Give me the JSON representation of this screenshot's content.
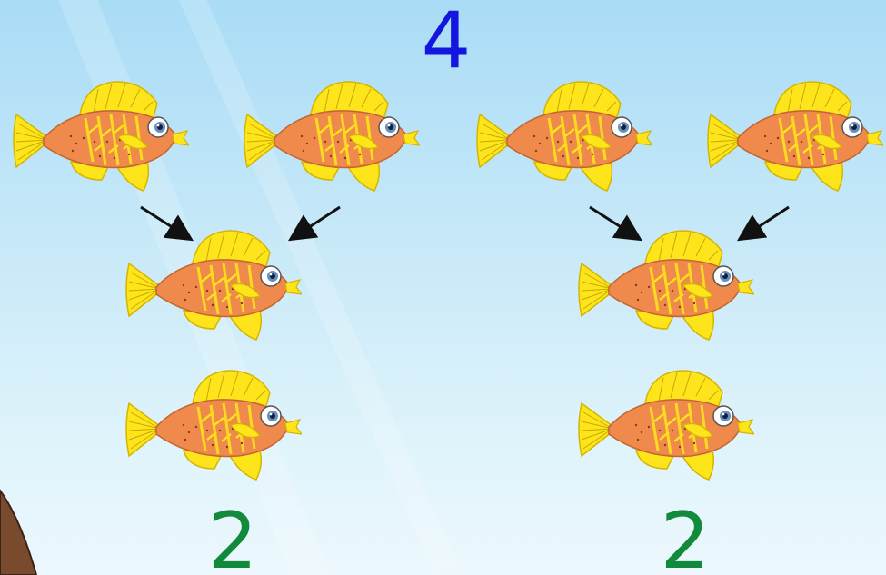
{
  "numbers": {
    "total": "4",
    "left_group": "2",
    "right_group": "2"
  },
  "colors": {
    "total_number": "#1515e0",
    "group_number": "#128a3c",
    "fish_body": "#f08a4c",
    "fish_fin": "#fde41b",
    "arrow": "#111111"
  },
  "fish_icon": "fish-icon",
  "arrow_icon": "arrow-icon"
}
